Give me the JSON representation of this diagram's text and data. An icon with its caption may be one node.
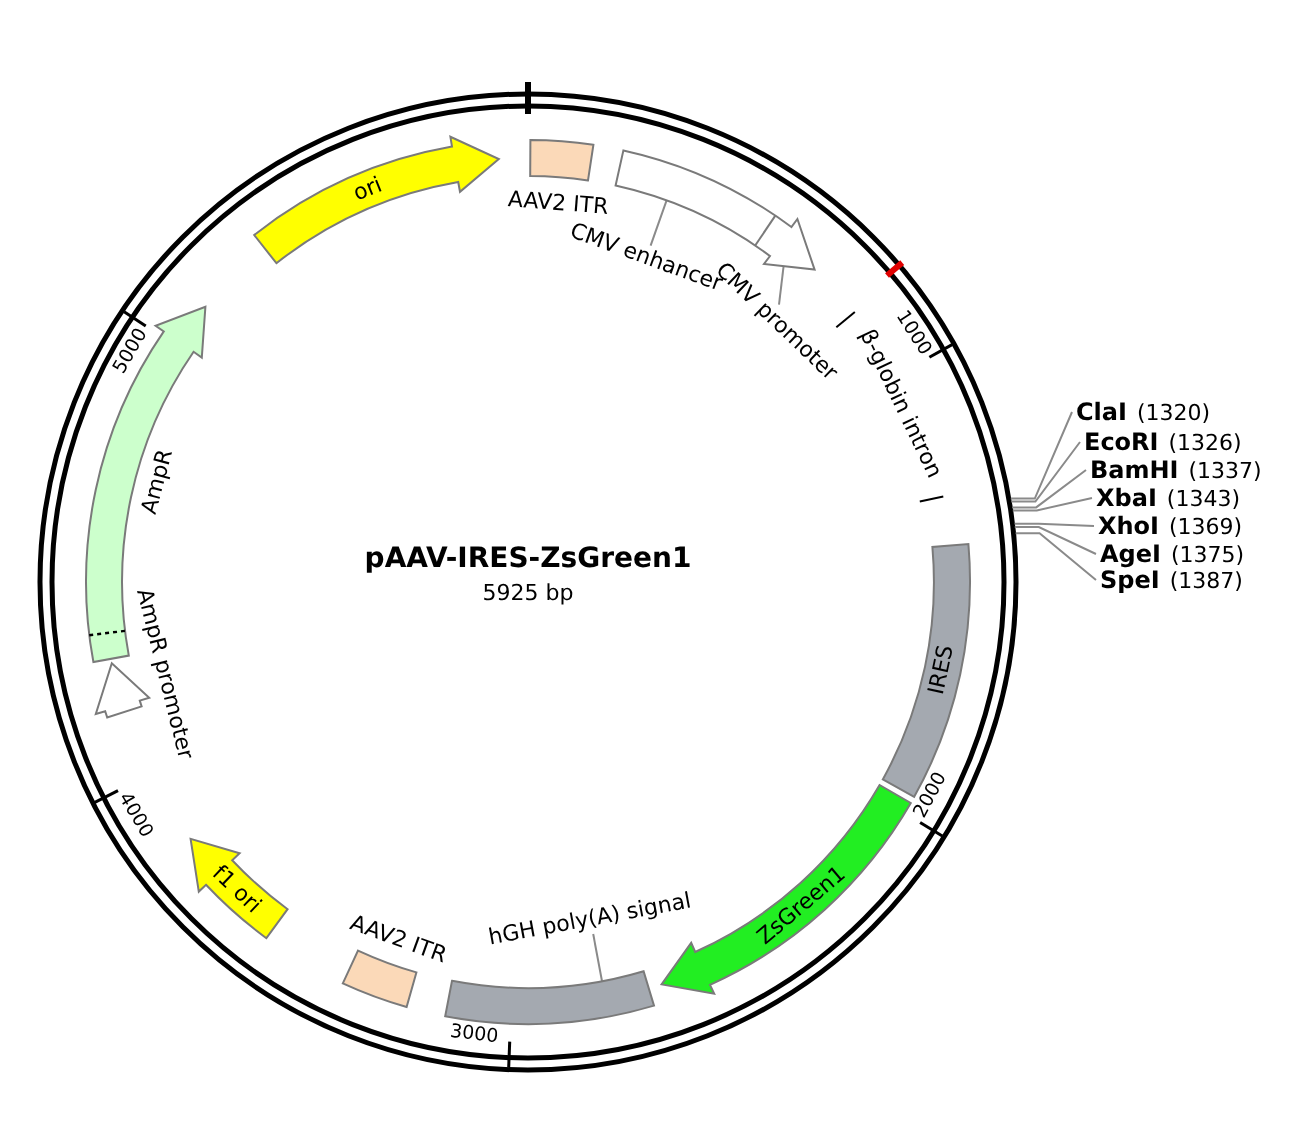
{
  "diagram": {
    "title": "pAAV-IRES-ZsGreen1",
    "nodes": [
      {
        "text": [
          "ori"
        ]
      },
      {
        "text": [
          "AAV2 ITR"
        ]
      },
      {
        "text": [],
        "shape": "arrow"
      },
      {
        "text": [
          "CMV enhancer"
        ]
      },
      {
        "text": [
          "CMV promoter"
        ]
      },
      {
        "text": [
          "ClaI",
          "(1320)"
        ]
      },
      {
        "text": [
          "EcoRI",
          "(1326)"
        ]
      },
      {
        "text": [
          "BamHI",
          "(1337)"
        ]
      },
      {
        "text": [
          "XbaI",
          "(1343)"
        ]
      },
      {
        "text": [
          "XhoI",
          "(1369)"
        ]
      },
      {
        "text": [
          "AgeI",
          "(1375)"
        ]
      },
      {
        "text": [
          "SpeI",
          "(1387)"
        ]
      },
      {
        "text": [
          "IRES"
        ]
      },
      {
        "text": [
          "ZsGreen1"
        ]
      },
      {
        "text": [],
        "shape": "bar"
      },
      {
        "text": [
          "hGH poly(A) signal"
        ]
      },
      {
        "text": [
          "AAV2 ITR"
        ]
      },
      {
        "text": [
          "f1 ori"
        ]
      },
      {
        "text": [
          "AmpR promoter"
        ]
      },
      {
        "text": [
          "AmpR"
        ]
      }
    ],
    "edges": [
      {
        "from": 3,
        "to": 2,
        "arrow": "none"
      },
      {
        "from": 4,
        "to": 2,
        "arrow": "none"
      },
      {
        "from": 5,
        "to": null,
        "arrow": "none"
      },
      {
        "from": 6,
        "to": null,
        "arrow": "none"
      },
      {
        "from": 7,
        "to": null,
        "arrow": "none"
      },
      {
        "from": 8,
        "to": null,
        "arrow": "none"
      },
      {
        "from": 9,
        "to": null,
        "arrow": "none"
      },
      {
        "from": 10,
        "to": null,
        "arrow": "none"
      },
      {
        "from": 11,
        "to": null,
        "arrow": "none"
      },
      {
        "from": 15,
        "to": 14,
        "arrow": "none"
      }
    ],
    "labels": [
      "5925 bp",
      "1000",
      "2000",
      "3000",
      "4000",
      "5000",
      "β-globin intron"
    ]
  }
}
